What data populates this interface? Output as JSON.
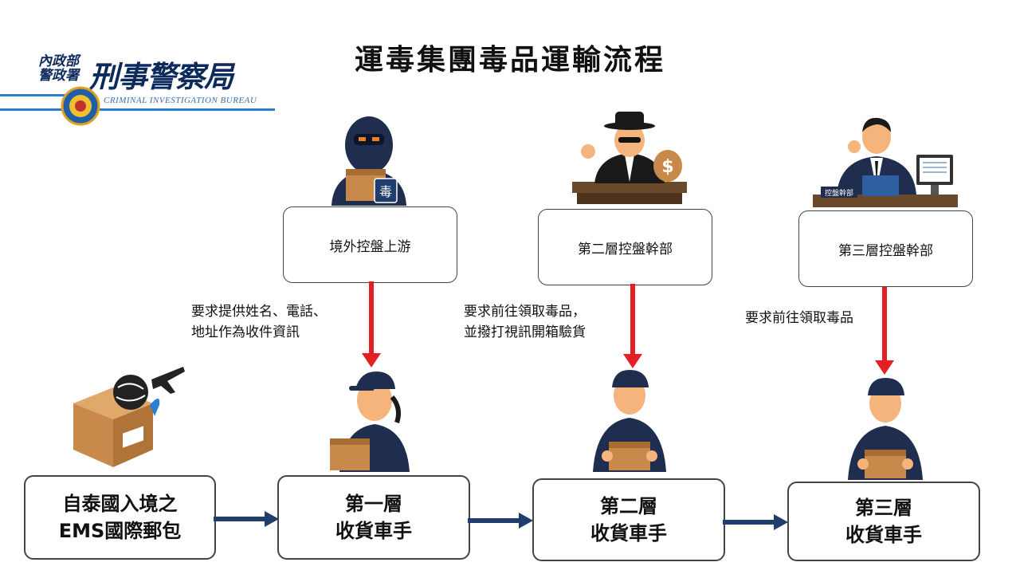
{
  "title": "運毒集團毒品運輸流程",
  "logo": {
    "line1": "內政部",
    "line2": "警政署",
    "main": "刑事警察局",
    "english": "CRIMINAL INVESTIGATION BUREAU"
  },
  "top_boxes": [
    {
      "label": "境外控盤上游"
    },
    {
      "label": "第二層控盤幹部"
    },
    {
      "label": "第三層控盤幹部"
    }
  ],
  "instructions": [
    {
      "line1": "要求提供姓名、電話、",
      "line2": "地址作為收件資訊"
    },
    {
      "line1": "要求前往領取毒品，",
      "line2": "並撥打視訊開箱驗貨"
    },
    {
      "line1": "要求前往領取毒品",
      "line2": ""
    }
  ],
  "bottom_boxes": [
    {
      "line1": "自泰國入境之",
      "line2": "EMS國際郵包"
    },
    {
      "line1": "第一層",
      "line2": "收貨車手"
    },
    {
      "line1": "第二層",
      "line2": "收貨車手"
    },
    {
      "line1": "第三層",
      "line2": "收貨車手"
    }
  ],
  "labels": {
    "drug_tag": "毒",
    "desk_sign": "控盤幹部"
  },
  "colors": {
    "arrow_red": "#e31e24",
    "arrow_navy": "#1f3e6e",
    "figure_navy": "#1f2d4f",
    "skin": "#f5b47c",
    "box_brown": "#c8894a"
  }
}
